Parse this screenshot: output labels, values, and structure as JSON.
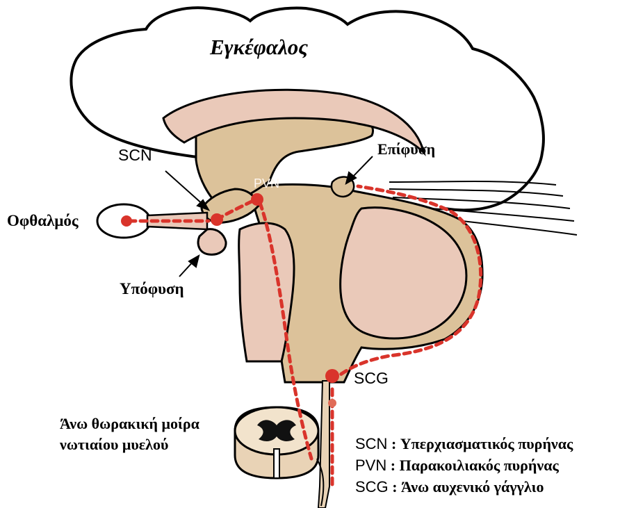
{
  "labels": {
    "brain": "Εγκέφαλος",
    "scn": "SCN",
    "pvn": "PVN",
    "pineal": "Επίφυση",
    "eye": "Οφθαλμός",
    "pituitary": "Υπόφυση",
    "scg": "SCG",
    "cord_line1": "Άνω θωρακική μοίρα",
    "cord_line2": "νωτιαίου μυελού"
  },
  "legend": [
    {
      "abbr": "SCN",
      "sep": ":",
      "def": "Υπερχιασματικός πυρήνας"
    },
    {
      "abbr": "PVN",
      "sep": ":",
      "def": "Παρακοιλιακός πυρήνας"
    },
    {
      "abbr": "SCG",
      "sep": ":",
      "def": "Άνω αυχενικό γάγγλιο"
    }
  ],
  "colors": {
    "outline": "#000000",
    "tissue_light": "#eac9b9",
    "tissue_tan": "#dcc29a",
    "pathway": "#d9342b",
    "background": "#ffffff"
  }
}
